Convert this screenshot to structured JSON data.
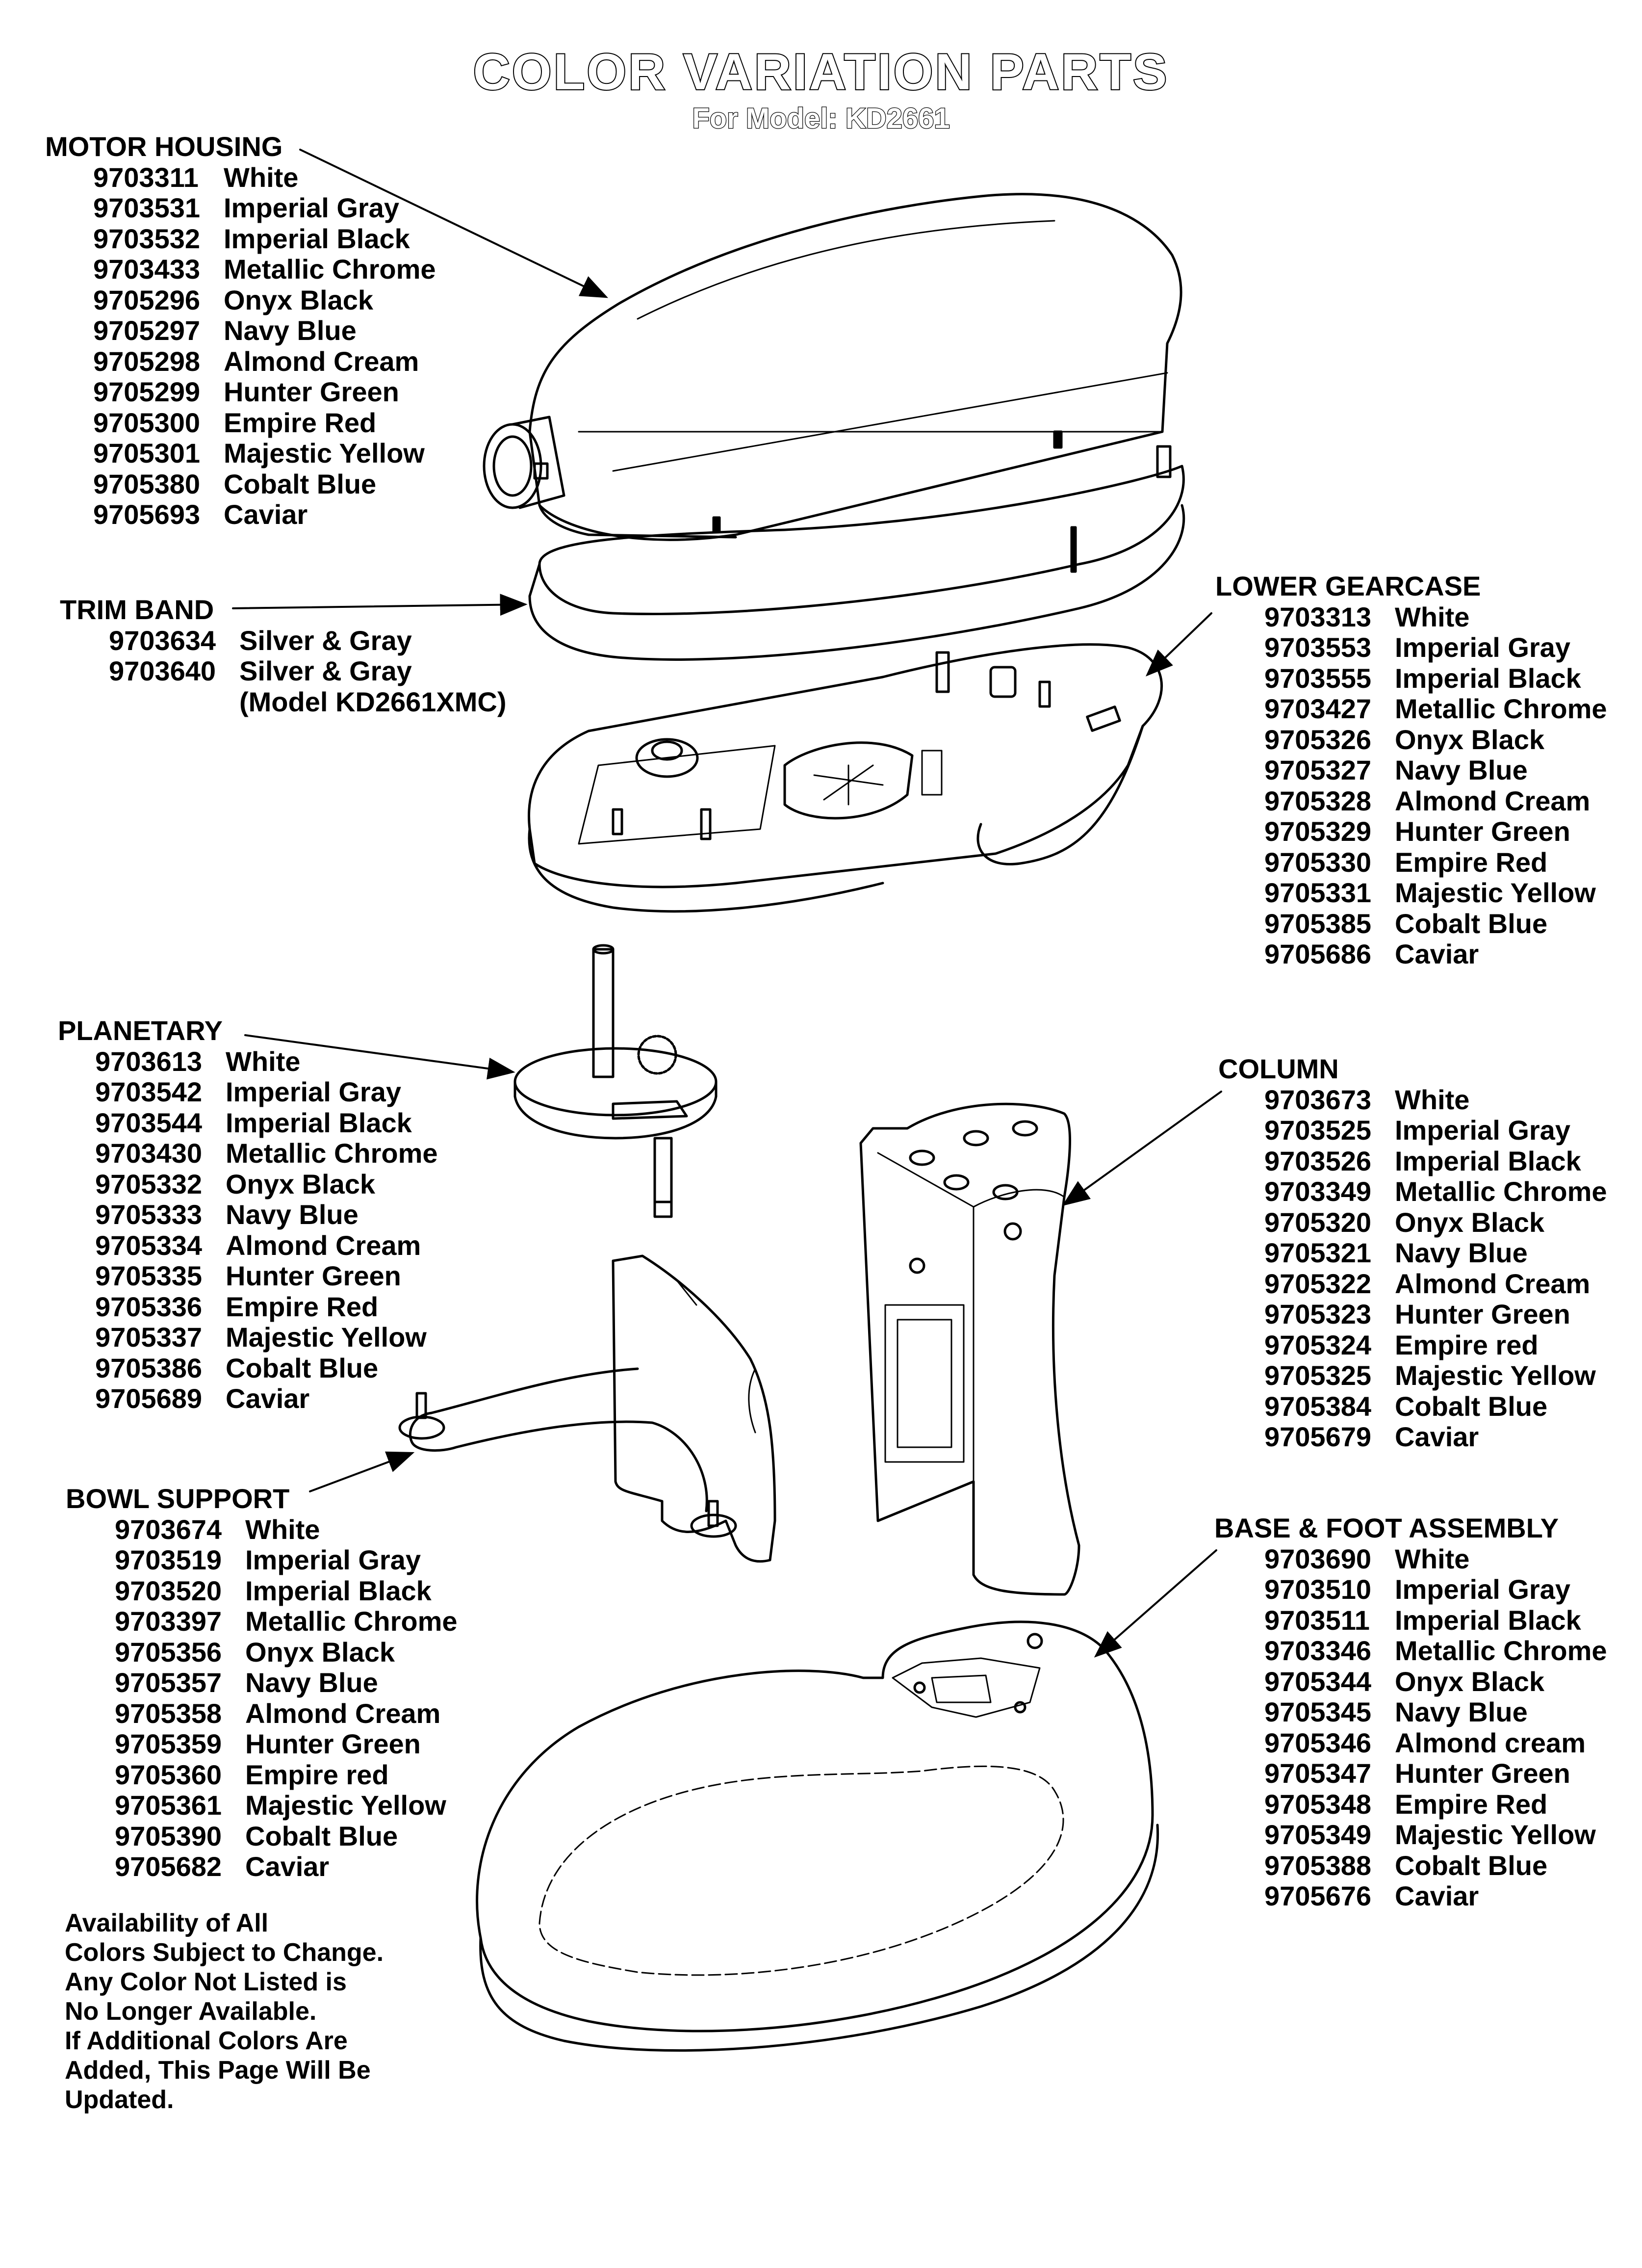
{
  "title": "COLOR VARIATION PARTS",
  "subtitle": "For Model: KD2661",
  "groups": {
    "motor_housing": {
      "label": "MOTOR HOUSING",
      "parts": [
        {
          "pn": "9703311",
          "color": "White"
        },
        {
          "pn": "9703531",
          "color": "Imperial Gray"
        },
        {
          "pn": "9703532",
          "color": "Imperial Black"
        },
        {
          "pn": "9703433",
          "color": "Metallic Chrome"
        },
        {
          "pn": "9705296",
          "color": "Onyx Black"
        },
        {
          "pn": "9705297",
          "color": "Navy Blue"
        },
        {
          "pn": "9705298",
          "color": "Almond Cream"
        },
        {
          "pn": "9705299",
          "color": "Hunter Green"
        },
        {
          "pn": "9705300",
          "color": "Empire Red"
        },
        {
          "pn": "9705301",
          "color": "Majestic Yellow"
        },
        {
          "pn": "9705380",
          "color": "Cobalt Blue"
        },
        {
          "pn": "9705693",
          "color": "Caviar"
        }
      ]
    },
    "trim_band": {
      "label": "TRIM BAND",
      "parts": [
        {
          "pn": "9703634",
          "color": "Silver & Gray"
        },
        {
          "pn": "9703640",
          "color": "Silver & Gray"
        }
      ],
      "note": "(Model KD2661XMC)"
    },
    "lower_gearcase": {
      "label": "LOWER GEARCASE",
      "parts": [
        {
          "pn": "9703313",
          "color": "White"
        },
        {
          "pn": "9703553",
          "color": "Imperial Gray"
        },
        {
          "pn": "9703555",
          "color": "Imperial Black"
        },
        {
          "pn": "9703427",
          "color": "Metallic Chrome"
        },
        {
          "pn": "9705326",
          "color": "Onyx Black"
        },
        {
          "pn": "9705327",
          "color": "Navy Blue"
        },
        {
          "pn": "9705328",
          "color": "Almond Cream"
        },
        {
          "pn": "9705329",
          "color": "Hunter Green"
        },
        {
          "pn": "9705330",
          "color": "Empire Red"
        },
        {
          "pn": "9705331",
          "color": "Majestic Yellow"
        },
        {
          "pn": "9705385",
          "color": "Cobalt Blue"
        },
        {
          "pn": "9705686",
          "color": "Caviar"
        }
      ]
    },
    "planetary": {
      "label": "PLANETARY",
      "parts": [
        {
          "pn": "9703613",
          "color": "White"
        },
        {
          "pn": "9703542",
          "color": "Imperial Gray"
        },
        {
          "pn": "9703544",
          "color": "Imperial Black"
        },
        {
          "pn": "9703430",
          "color": "Metallic Chrome"
        },
        {
          "pn": "9705332",
          "color": "Onyx Black"
        },
        {
          "pn": "9705333",
          "color": "Navy Blue"
        },
        {
          "pn": "9705334",
          "color": "Almond Cream"
        },
        {
          "pn": "9705335",
          "color": "Hunter Green"
        },
        {
          "pn": "9705336",
          "color": "Empire Red"
        },
        {
          "pn": "9705337",
          "color": "Majestic Yellow"
        },
        {
          "pn": "9705386",
          "color": "Cobalt Blue"
        },
        {
          "pn": "9705689",
          "color": "Caviar"
        }
      ]
    },
    "column": {
      "label": "COLUMN",
      "parts": [
        {
          "pn": "9703673",
          "color": "White"
        },
        {
          "pn": "9703525",
          "color": "Imperial Gray"
        },
        {
          "pn": "9703526",
          "color": "Imperial Black"
        },
        {
          "pn": "9703349",
          "color": "Metallic Chrome"
        },
        {
          "pn": "9705320",
          "color": "Onyx Black"
        },
        {
          "pn": "9705321",
          "color": "Navy Blue"
        },
        {
          "pn": "9705322",
          "color": "Almond Cream"
        },
        {
          "pn": "9705323",
          "color": "Hunter Green"
        },
        {
          "pn": "9705324",
          "color": "Empire red"
        },
        {
          "pn": "9705325",
          "color": "Majestic Yellow"
        },
        {
          "pn": "9705384",
          "color": "Cobalt Blue"
        },
        {
          "pn": "9705679",
          "color": "Caviar"
        }
      ]
    },
    "bowl_support": {
      "label": "BOWL SUPPORT",
      "parts": [
        {
          "pn": "9703674",
          "color": "White"
        },
        {
          "pn": "9703519",
          "color": "Imperial Gray"
        },
        {
          "pn": "9703520",
          "color": "Imperial Black"
        },
        {
          "pn": "9703397",
          "color": "Metallic Chrome"
        },
        {
          "pn": "9705356",
          "color": "Onyx Black"
        },
        {
          "pn": "9705357",
          "color": "Navy Blue"
        },
        {
          "pn": "9705358",
          "color": "Almond Cream"
        },
        {
          "pn": "9705359",
          "color": "Hunter Green"
        },
        {
          "pn": "9705360",
          "color": "Empire red"
        },
        {
          "pn": "9705361",
          "color": "Majestic Yellow"
        },
        {
          "pn": "9705390",
          "color": "Cobalt Blue"
        },
        {
          "pn": "9705682",
          "color": "Caviar"
        }
      ]
    },
    "base_foot": {
      "label": "BASE & FOOT ASSEMBLY",
      "parts": [
        {
          "pn": "9703690",
          "color": "White"
        },
        {
          "pn": "9703510",
          "color": "Imperial Gray"
        },
        {
          "pn": "9703511",
          "color": "Imperial Black"
        },
        {
          "pn": "9703346",
          "color": "Metallic Chrome"
        },
        {
          "pn": "9705344",
          "color": "Onyx Black"
        },
        {
          "pn": "9705345",
          "color": "Navy Blue"
        },
        {
          "pn": "9705346",
          "color": "Almond cream"
        },
        {
          "pn": "9705347",
          "color": "Hunter Green"
        },
        {
          "pn": "9705348",
          "color": "Empire Red"
        },
        {
          "pn": "9705349",
          "color": "Majestic Yellow"
        },
        {
          "pn": "9705388",
          "color": "Cobalt Blue"
        },
        {
          "pn": "9705676",
          "color": "Caviar"
        }
      ]
    }
  },
  "notice": [
    "Availability of All",
    "Colors Subject to Change.",
    "Any Color Not Listed is",
    "No Longer Available.",
    "If Additional Colors Are",
    "Added, This Page Will Be",
    "Updated."
  ]
}
